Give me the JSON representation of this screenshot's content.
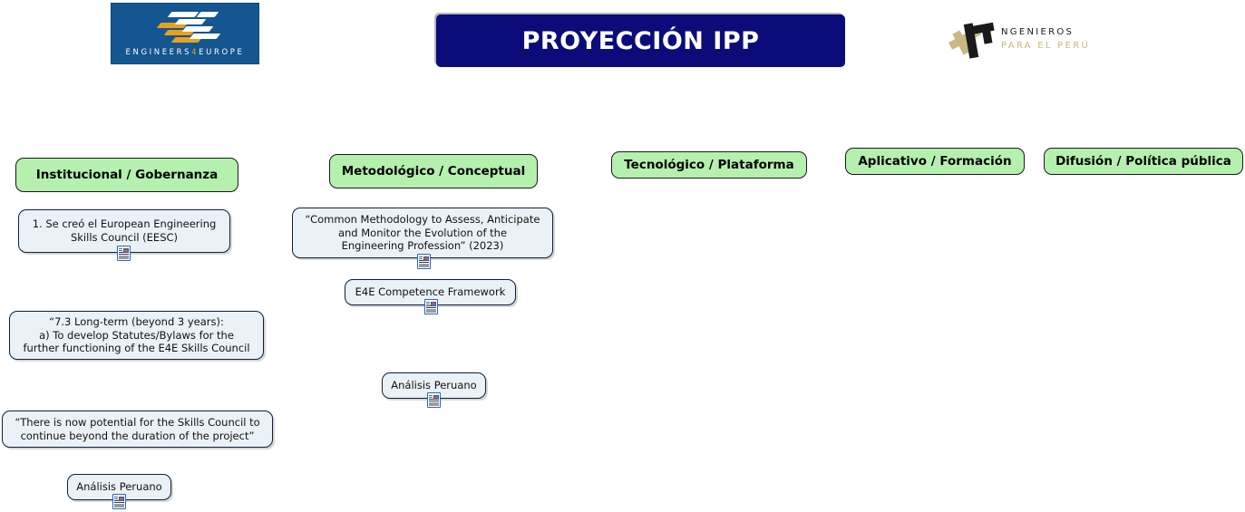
{
  "header": {
    "title": "PROYECCIÓN IPP",
    "logo_left": {
      "name": "engineers4europe-logo",
      "text_before": "ENGINEERS",
      "text_accent": "4",
      "text_after": "EUROPE",
      "bg_color": "#14568f",
      "accent_color": "#e8a020"
    },
    "logo_right": {
      "name": "ingenieros-para-el-peru-logo",
      "line1": "NGENIEROS",
      "line2": "PARA EL PERÚ",
      "accent_color": "#c9b882"
    },
    "banner_color": "#0b0b7a"
  },
  "columns": [
    {
      "id": "institucional",
      "header": "Institucional / Gobernanza",
      "nodes": [
        {
          "text": "1. Se creó el European Engineering\nSkills Council (EESC)",
          "has_icon": true
        },
        {
          "text": "“7.3 Long-term (beyond 3 years):\na) To develop Statutes/Bylaws for the\nfurther functioning of the E4E Skills Council",
          "has_icon": false
        },
        {
          "text": "“There is now potential for the Skills Council to\ncontinue beyond the duration of the project”",
          "has_icon": false
        },
        {
          "text": "Análisis Peruano",
          "has_icon": true
        }
      ]
    },
    {
      "id": "metodologico",
      "header": "Metodológico / Conceptual",
      "nodes": [
        {
          "text": "“Common Methodology to Assess, Anticipate\nand Monitor the Evolution of the\nEngineering Profession” (2023)",
          "has_icon": true
        },
        {
          "text": "E4E Competence Framework",
          "has_icon": true
        },
        {
          "text": "Análisis Peruano",
          "has_icon": true
        }
      ]
    },
    {
      "id": "tecnologico",
      "header": "Tecnológico / Plataforma",
      "nodes": []
    },
    {
      "id": "aplicativo",
      "header": "Aplicativo / Formación",
      "nodes": []
    },
    {
      "id": "difusion",
      "header": "Difusión / Política pública",
      "nodes": []
    }
  ],
  "colors": {
    "category_fill": "#b5f0ae",
    "node_fill": "#eaf2f7",
    "node_border": "#10203a",
    "banner": "#0b0b7a"
  }
}
